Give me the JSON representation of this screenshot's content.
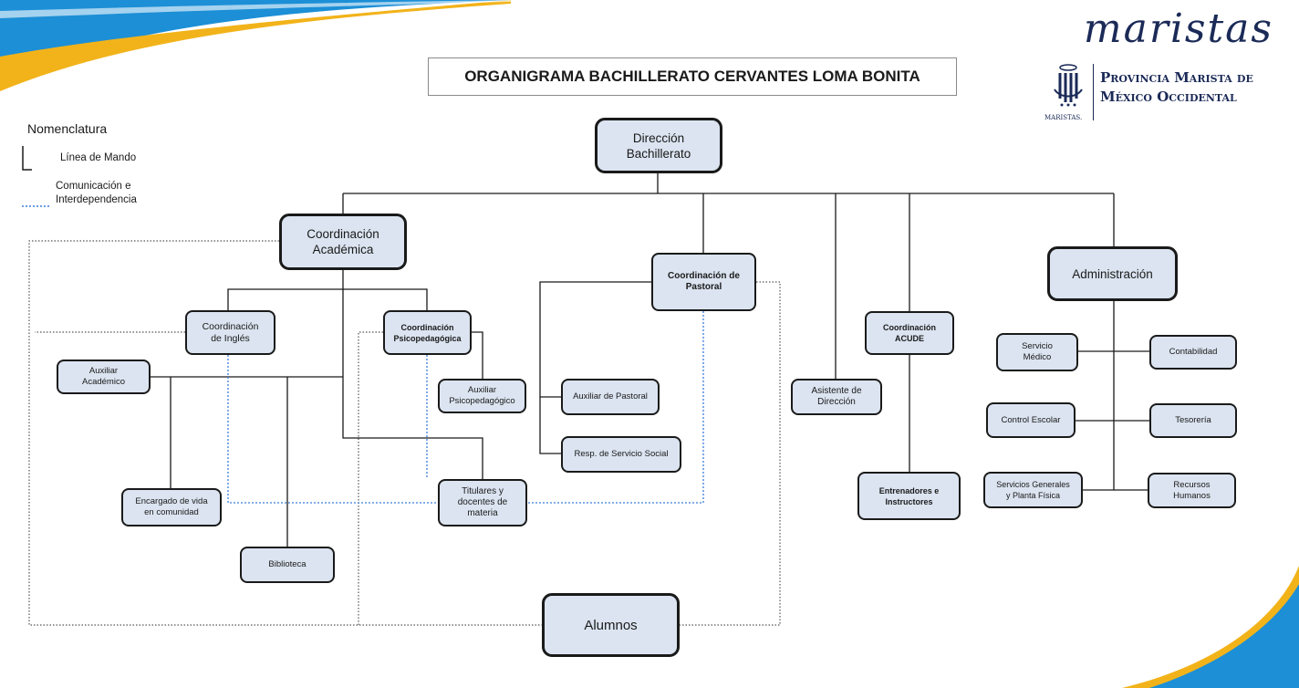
{
  "header": {
    "brand": "maristas",
    "title": "ORGANIGRAMA BACHILLERATO CERVANTES LOMA BONITA",
    "province_line1": "Provincia Marista de",
    "province_line2": "México Occidental",
    "logo_label": "MARISTAS."
  },
  "colors": {
    "node_fill": "#dbe4f0",
    "swoosh_blue": "#1c8fd6",
    "swoosh_gold": "#f2b31a",
    "brand_navy": "#1b2a57",
    "dotted_blue": "#3b7dd8"
  },
  "legend": {
    "title": "Nomenclatura",
    "command_line": "Línea de Mando",
    "communication_line1": "Comunicación e",
    "communication_line2": "Interdependencia"
  },
  "nodes": {
    "direccion": "Dirección\nBachillerato",
    "coord_academica": "Coordinación\nAcadémica",
    "coord_pastoral": "Coordinación de\nPastoral",
    "coord_ingles": "Coordinación\nde Inglés",
    "coord_psico": "Coordinación\nPsicopedagógica",
    "auxiliar_academico": "Auxiliar\nAcadémico",
    "auxiliar_psico": "Auxiliar\nPsicopedagógico",
    "auxiliar_pastoral": "Auxiliar de Pastoral",
    "servicio_social": "Resp. de Servicio Social",
    "asistente_direccion": "Asistente de\nDirección",
    "coord_acude": "Coordinación\nACUDE",
    "entrenadores": "Entrenadores e\nInstructores",
    "administracion": "Administración",
    "servicio_medico": "Servicio\nMédico",
    "contabilidad": "Contabilidad",
    "control_escolar": "Control Escolar",
    "tesoreria": "Tesorería",
    "servicios_generales": "Servicios Generales\ny Planta Física",
    "recursos_humanos": "Recursos\nHumanos",
    "encargado_vida": "Encargado de vida\nen comunidad",
    "biblioteca": "Biblioteca",
    "titulares": "Titulares y\ndocentes de\nmateria",
    "alumnos": "Alumnos"
  }
}
